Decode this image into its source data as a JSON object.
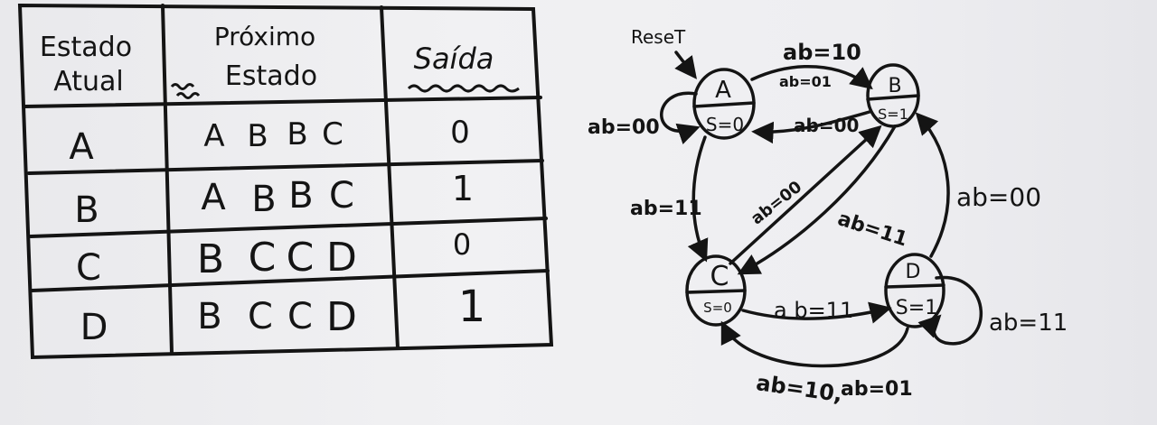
{
  "table": {
    "headers": {
      "current_state": [
        "Estado",
        "Atual"
      ],
      "next_state": [
        "Próximo",
        "Estado"
      ],
      "output": "Saída"
    },
    "rows": [
      {
        "state": "A",
        "next": [
          "A",
          "B",
          "B",
          "C"
        ],
        "output": "0"
      },
      {
        "state": "B",
        "next": [
          "A",
          "B",
          "B",
          "C"
        ],
        "output": "1"
      },
      {
        "state": "C",
        "next": [
          "B",
          "C",
          "C",
          "D"
        ],
        "output": "0"
      },
      {
        "state": "D",
        "next": [
          "B",
          "C",
          "C",
          "D"
        ],
        "output": "1"
      }
    ]
  },
  "diagram": {
    "reset_label": "ReseT",
    "states": {
      "A": {
        "name": "A",
        "out": "S=0"
      },
      "B": {
        "name": "B",
        "out": "S=1"
      },
      "C": {
        "name": "C",
        "out": "S=0"
      },
      "D": {
        "name": "D",
        "out": "S=1"
      }
    },
    "transitions": {
      "a_self": "ab=00",
      "a_to_b_top": "ab=10",
      "a_to_b": "ab=01",
      "b_to_a": "ab=00",
      "a_to_c": "ab=11",
      "c_to_b": "ab=00",
      "b_to_c": "ab=11",
      "d_to_b": "ab=00",
      "c_to_d": "a b=11",
      "d_self": "ab=11",
      "d_to_c_1": "ab=10,",
      "d_to_c_2": "ab=01"
    }
  }
}
